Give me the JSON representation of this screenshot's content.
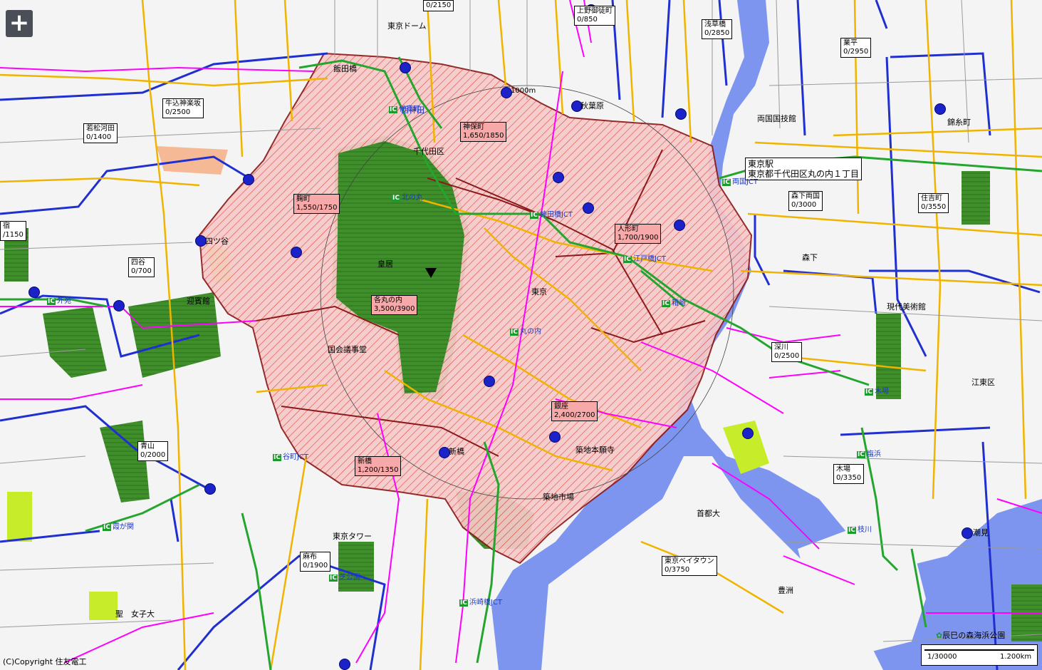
{
  "zoom_button": {
    "label": "+"
  },
  "copyright": "(C)Copyright 住友電工",
  "scale": {
    "ratio": "1/30000",
    "distance": "1.200km"
  },
  "park_label": "辰巳の森海浜公園",
  "colors": {
    "highlight_fill": "#f6c9c9",
    "highlight_border": "#8b1a1a",
    "park": "#3f8f2a",
    "water": "#6e8ef0",
    "road_major": "#f0b400",
    "road_minor": "#ff00ff",
    "boundary": "#1f2fd0"
  },
  "price_boxes": [
    {
      "id": "top-2150",
      "line1": "",
      "line2": "0/2150",
      "pink": false
    },
    {
      "id": "ueno",
      "line1": "上野御徒町",
      "line2": "0/850",
      "pink": false
    },
    {
      "id": "asakusabashi",
      "line1": "浅草橋",
      "line2": "0/2850",
      "pink": false
    },
    {
      "id": "nanpei",
      "line1": "業平",
      "line2": "0/2950",
      "pink": false
    },
    {
      "id": "ushigome",
      "line1": "牛込神楽坂",
      "line2": "0/2500",
      "pink": false
    },
    {
      "id": "wakamatsu",
      "line1": "若松河田",
      "line2": "0/1400",
      "pink": false
    },
    {
      "id": "jimbocho",
      "line1": "神保町",
      "line2": "1,650/1850",
      "pink": true
    },
    {
      "id": "kojimachi",
      "line1": "麹町",
      "line2": "1,550/1750",
      "pink": true
    },
    {
      "id": "morishita-ryogoku",
      "line1": "森下両国",
      "line2": "0/3000",
      "pink": false
    },
    {
      "id": "sumiyoshi",
      "line1": "住吉町",
      "line2": "0/3550",
      "pink": false
    },
    {
      "id": "ningyocho",
      "line1": "人形町",
      "line2": "1,700/1900",
      "pink": true
    },
    {
      "id": "shinjuku",
      "line1": "宿",
      "line2": "/1150",
      "pink": false
    },
    {
      "id": "yotsuya",
      "line1": "四谷",
      "line2": "0/700",
      "pink": false
    },
    {
      "id": "marunouchi",
      "line1": "各丸の内",
      "line2": "3,500/3900",
      "pink": true
    },
    {
      "id": "fukagawa",
      "line1": "深川",
      "line2": "0/2500",
      "pink": false
    },
    {
      "id": "ginza",
      "line1": "銀座",
      "line2": "2,400/2700",
      "pink": true
    },
    {
      "id": "aoyama",
      "line1": "青山",
      "line2": "0/2000",
      "pink": false
    },
    {
      "id": "shimbashi",
      "line1": "新橋",
      "line2": "1,200/1350",
      "pink": true
    },
    {
      "id": "kiba",
      "line1": "木場",
      "line2": "0/3350",
      "pink": false
    },
    {
      "id": "azabu",
      "line1": "麻布",
      "line2": "0/1900",
      "pink": false
    },
    {
      "id": "baytown",
      "line1": "東京ベイタウン",
      "line2": "0/3750",
      "pink": false
    }
  ],
  "callout": {
    "line1": "東京駅",
    "line2": "東京都千代田区丸の内１丁目"
  },
  "places": [
    {
      "id": "tokyo-dome",
      "text": "東京ドーム"
    },
    {
      "id": "iidabashi",
      "text": "飯田橋"
    },
    {
      "id": "nishi-kanda",
      "text": "西神田"
    },
    {
      "id": "akihabara",
      "text": "秋葉原"
    },
    {
      "id": "ryogoku",
      "text": "両国国技館"
    },
    {
      "id": "kinshicho",
      "text": "錦糸町"
    },
    {
      "id": "chiyoda-ku",
      "text": "千代田区"
    },
    {
      "id": "kokyo",
      "text": "皇居"
    },
    {
      "id": "yotsuya-st",
      "text": "四ツ谷"
    },
    {
      "id": "geihinkan",
      "text": "迎賓館"
    },
    {
      "id": "tokyo-st",
      "text": "東京"
    },
    {
      "id": "kokkai",
      "text": "国会議事堂"
    },
    {
      "id": "morishita",
      "text": "森下"
    },
    {
      "id": "gendai",
      "text": "現代美術館"
    },
    {
      "id": "koto-ku",
      "text": "江東区"
    },
    {
      "id": "tsukiji-hongwanji",
      "text": "築地本願寺"
    },
    {
      "id": "tsukiji-market",
      "text": "築地市場"
    },
    {
      "id": "shimbashi-st",
      "text": "新橋"
    },
    {
      "id": "tokyo-tower",
      "text": "東京タワー"
    },
    {
      "id": "shutoku-dai",
      "text": "首都大"
    },
    {
      "id": "toyosu",
      "text": "豊洲"
    },
    {
      "id": "shiomi",
      "text": "潮見"
    },
    {
      "id": "seishin",
      "text": "聖　女子大"
    },
    {
      "id": "distance-1000",
      "text": "1000m"
    }
  ],
  "interchanges": [
    {
      "id": "ryogoku-jct",
      "text": "両国JCT"
    },
    {
      "id": "kandabashi-jct",
      "text": "神田橋JCT"
    },
    {
      "id": "edobashi-jct",
      "text": "江戸橋JCT"
    },
    {
      "id": "hakozaki",
      "text": "箱崎"
    },
    {
      "id": "marunouchi-ic",
      "text": "丸の内"
    },
    {
      "id": "kiba-ic",
      "text": "木場"
    },
    {
      "id": "shiohama",
      "text": "塩浜"
    },
    {
      "id": "edagawa",
      "text": "枝川"
    },
    {
      "id": "tanimachi-jct",
      "text": "谷町JCT"
    },
    {
      "id": "kasumigaseki",
      "text": "霞が関"
    },
    {
      "id": "hamazakibashi-jct",
      "text": "浜崎橋JCT"
    },
    {
      "id": "shibakoen",
      "text": "芝公園"
    },
    {
      "id": "gaien",
      "text": "外苑"
    },
    {
      "id": "yotsugi-ic",
      "text": "代官町"
    },
    {
      "id": "kitanomaru",
      "text": "北の丸"
    }
  ]
}
